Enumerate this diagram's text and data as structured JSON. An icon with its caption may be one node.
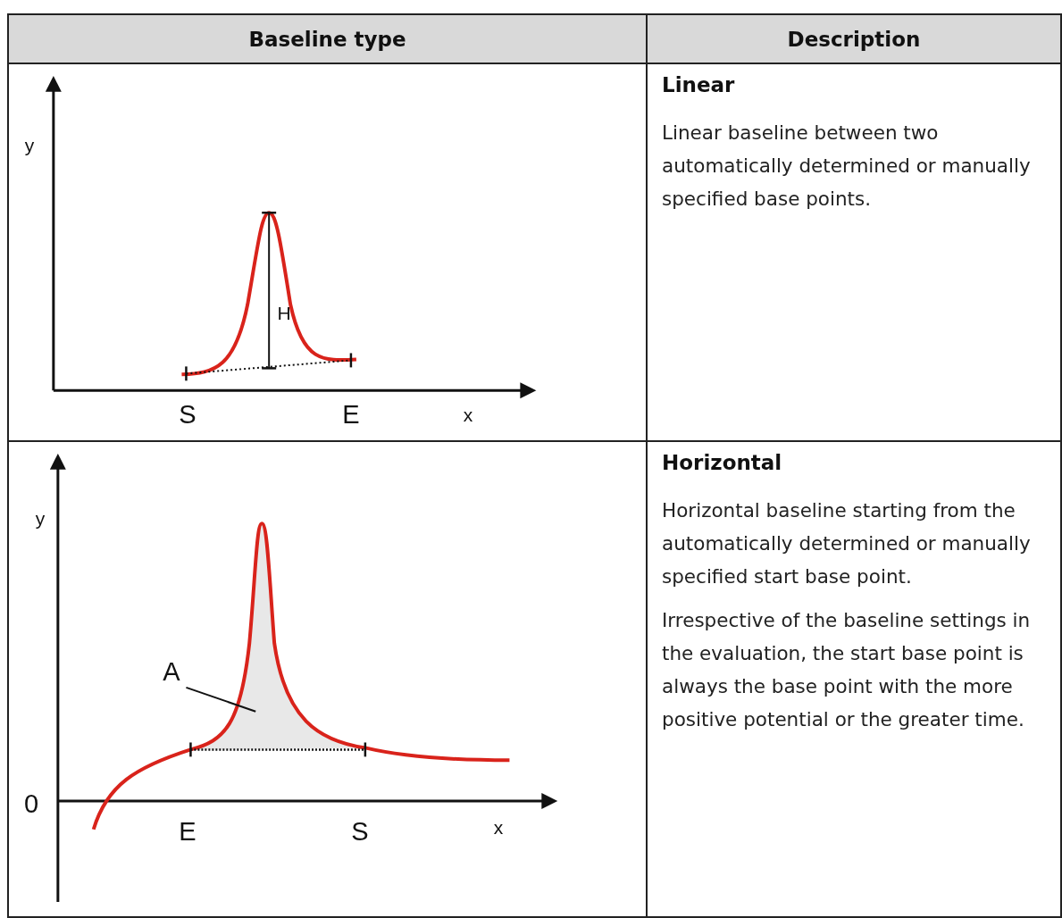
{
  "diagram": {
    "nodes": [
      {
        "text": [
          "A"
        ]
      },
      {
        "text": [],
        "shape": "area"
      }
    ],
    "edges": [
      {
        "from": 0,
        "to": 1,
        "arrow": "none"
      }
    ],
    "labels": [
      "Baseline type",
      "Description",
      "y",
      "H",
      "S",
      "E",
      "x",
      "Linear",
      "Linear baseline between two automatically determined or manually specified base points.",
      "y",
      "0",
      "E",
      "S",
      "x",
      "Horizontal",
      "Horizontal baseline starting from the automatically determined or manually specified start base point.",
      "Irrespective of the baseline settings in the evaluation, the start base point is always the base point with the more positive potential or the greater time."
    ]
  }
}
